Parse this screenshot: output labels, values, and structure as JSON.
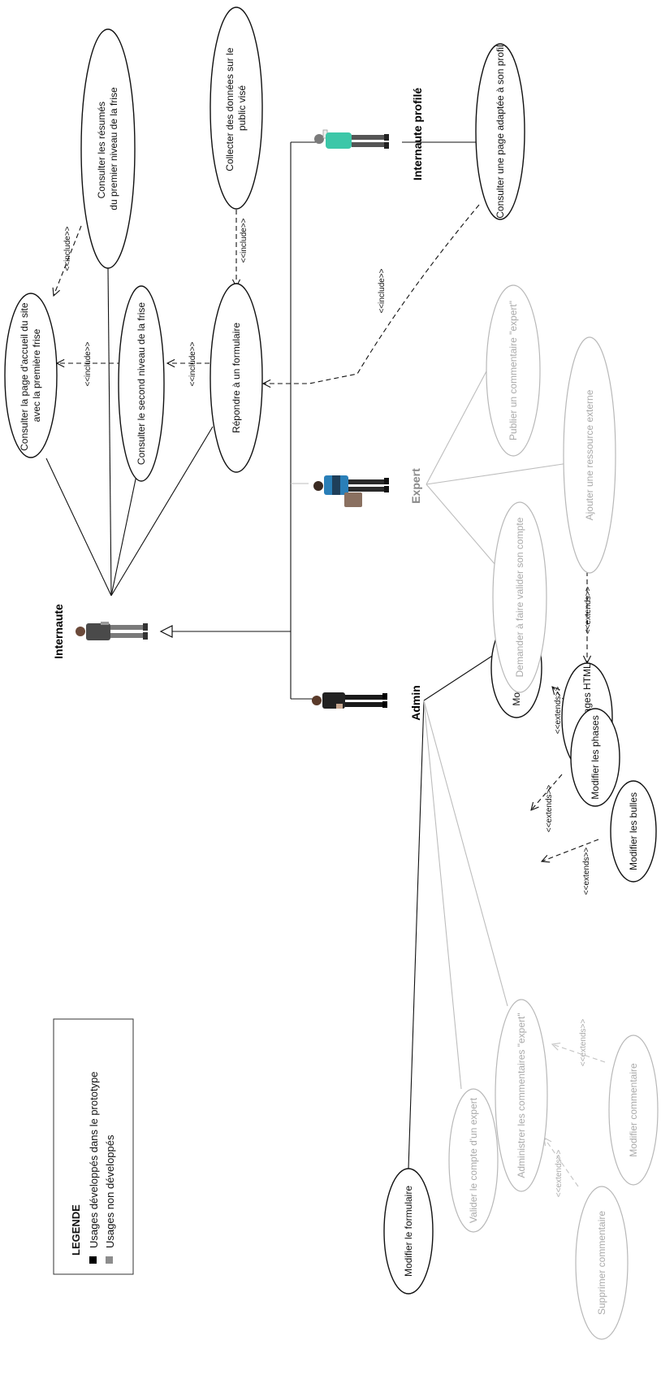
{
  "legend": {
    "title": "LEGENDE",
    "items": [
      {
        "label": "Usages développés dans le prototype",
        "color": "#000000"
      },
      {
        "label": "Usages non développés",
        "color": "#8c8c8c"
      }
    ]
  },
  "actors": {
    "internaute": "Internaute",
    "expert": "Expert",
    "internaute_profile": "Internaute profilé",
    "admin": "Admin"
  },
  "use_cases": {
    "accueil_1": "Consulter la page d'accueil du site",
    "accueil_2": "avec la première frise",
    "resumes_1": "Consulter les résumés",
    "resumes_2": "du premier niveau de la frise",
    "second_niveau": "Consulter le second niveau de la frise",
    "collecter_1": "Collecter des données sur le",
    "collecter_2": "public visé",
    "formulaire": "Répondre à un formulaire",
    "page_adaptee": "Consulter une page adaptée à son profil",
    "publier_commentaire": "Publier un commentaire \"expert\"",
    "ressource_externe": "Ajouter une ressource externe",
    "faire_valider": "Demander à faire valider son compte",
    "pages_html": "Modifier les pages HTML",
    "bulles": "Modifier les bulles",
    "frises": "Modifier les frises",
    "phases": "Modifier les phases",
    "modifier_formulaire": "Modifier le formulaire",
    "valider_compte": "Valider le compte d'un expert",
    "administrer_commentaires": "Administrer les commentaires \"expert\"",
    "modifier_commentaire": "Modifier commentaire",
    "supprimer_commentaire": "Supprimer commentaire"
  },
  "relations": {
    "include_1": "<<include>>",
    "include_2": "<<include>>",
    "include_3": "<<include>>",
    "include_4": "<<include>>",
    "include_5": "<<include>>",
    "extends_1": "<<extends>>",
    "extends_2": "<<extends>>",
    "extends_3": "<<extends>>",
    "extends_4": "<<extends>>",
    "extends_5": "<<extends>>",
    "extends_6": "<<extends>>"
  },
  "colors": {
    "developed": "#000000",
    "not_developed": "#aaaaaa",
    "profile_actor": "#3cc7a8",
    "expert_actor": "#2a7fb8"
  }
}
